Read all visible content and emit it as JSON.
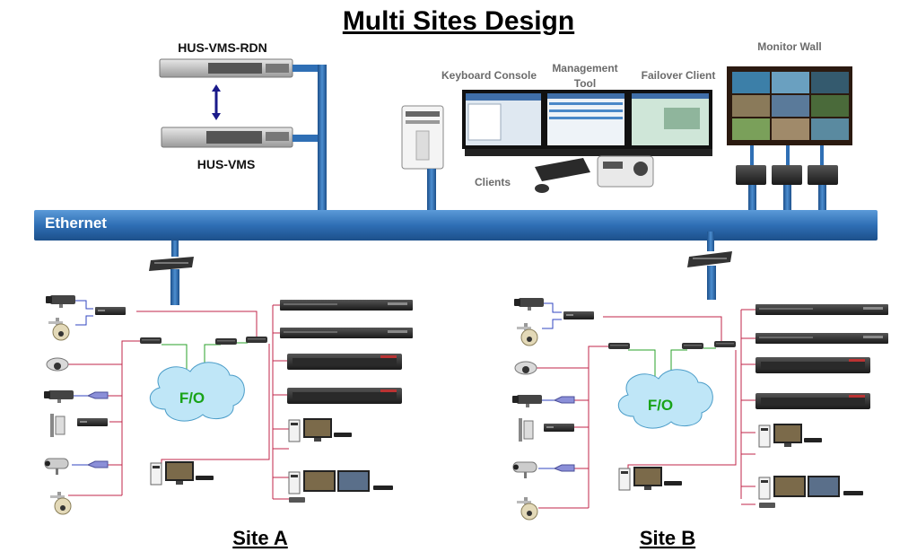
{
  "title": "Multi Sites Design",
  "labels": {
    "rdn": "HUS-VMS-RDN",
    "vms": "HUS-VMS",
    "keyboard_console": "Keyboard Console",
    "management_tool_1": "Management",
    "management_tool_2": "Tool",
    "failover_client": "Failover Client",
    "monitor_wall": "Monitor Wall",
    "clients": "Clients",
    "ethernet": "Ethernet"
  },
  "sites": [
    {
      "name": "Site A",
      "cloud_label": "F/O"
    },
    {
      "name": "Site B",
      "cloud_label": "F/O"
    }
  ],
  "colors": {
    "ethernet_bus": "#2f6fb5",
    "site_links": "#c2254a",
    "fiber_links": "#2aa02a",
    "camera_links": "#3046c0",
    "cloud_fill": "#bfe6f7"
  }
}
